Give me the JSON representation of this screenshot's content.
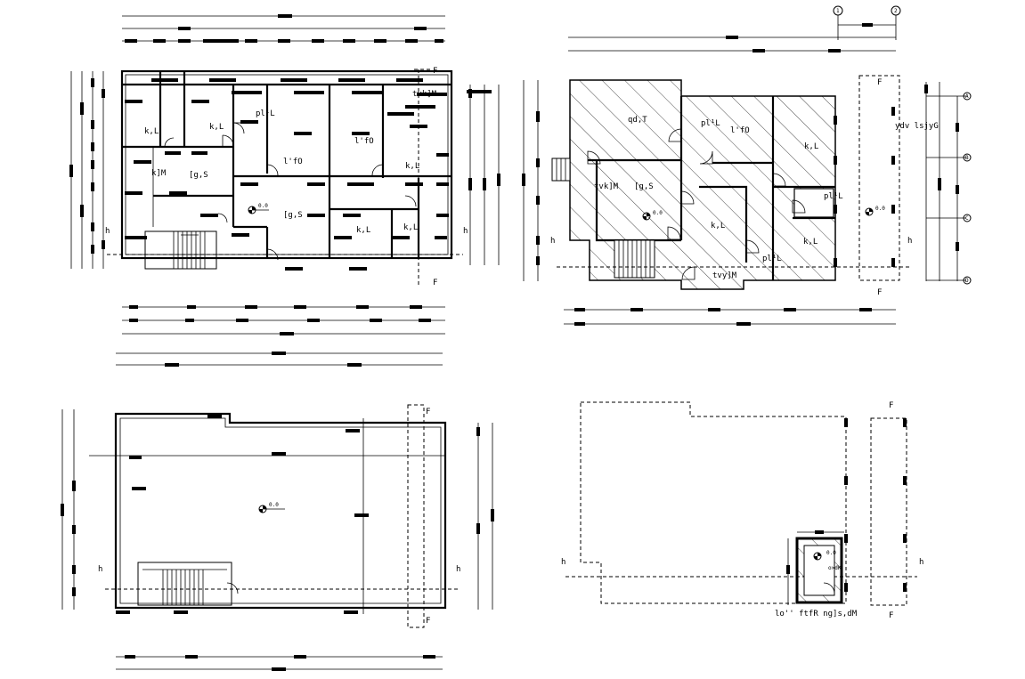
{
  "plan1": {
    "rooms": {
      "kl_1": "k,L",
      "kl_2": "k,L",
      "pl_1": "pl¹L",
      "vk_m": "tvk]M",
      "fo_1": "l'fO",
      "fo_2": "l'fO",
      "kl_3": "k,L",
      "km_1": "k]M",
      "gs_1": "[g,S",
      "gs_2": "[g,S",
      "kl_4": "k,L",
      "kl_5": "k,L"
    },
    "level": "0.0",
    "marker_h": "h",
    "marker_f": "F"
  },
  "plan2": {
    "rooms": {
      "qd_t": "qd,T",
      "pl_1": "pl¹L",
      "fo": "l'fO",
      "kl_1": "k,L",
      "yd": "ydv  lsjyG",
      "vk_m": "tvk]M",
      "gs": "[g,S",
      "kl_2": "k,L",
      "pl_2": "pl¹L",
      "kl_3": "k,L",
      "pl_3": "pl¹L",
      "vy_m": "tvy]M"
    },
    "level": "0.0",
    "marker_h": "h",
    "marker_f": "F",
    "grid_top": [
      "1",
      "2"
    ],
    "grid_right": [
      "A",
      "B",
      "C",
      "D"
    ]
  },
  "plan3": {
    "level": "0.0",
    "marker_h": "h",
    "marker_f": "F"
  },
  "plan4": {
    "level": "0.0",
    "room": "o>dK",
    "caption": "lo''  ftfR  ng]s,dM",
    "marker_h": "h",
    "marker_f": "F"
  }
}
